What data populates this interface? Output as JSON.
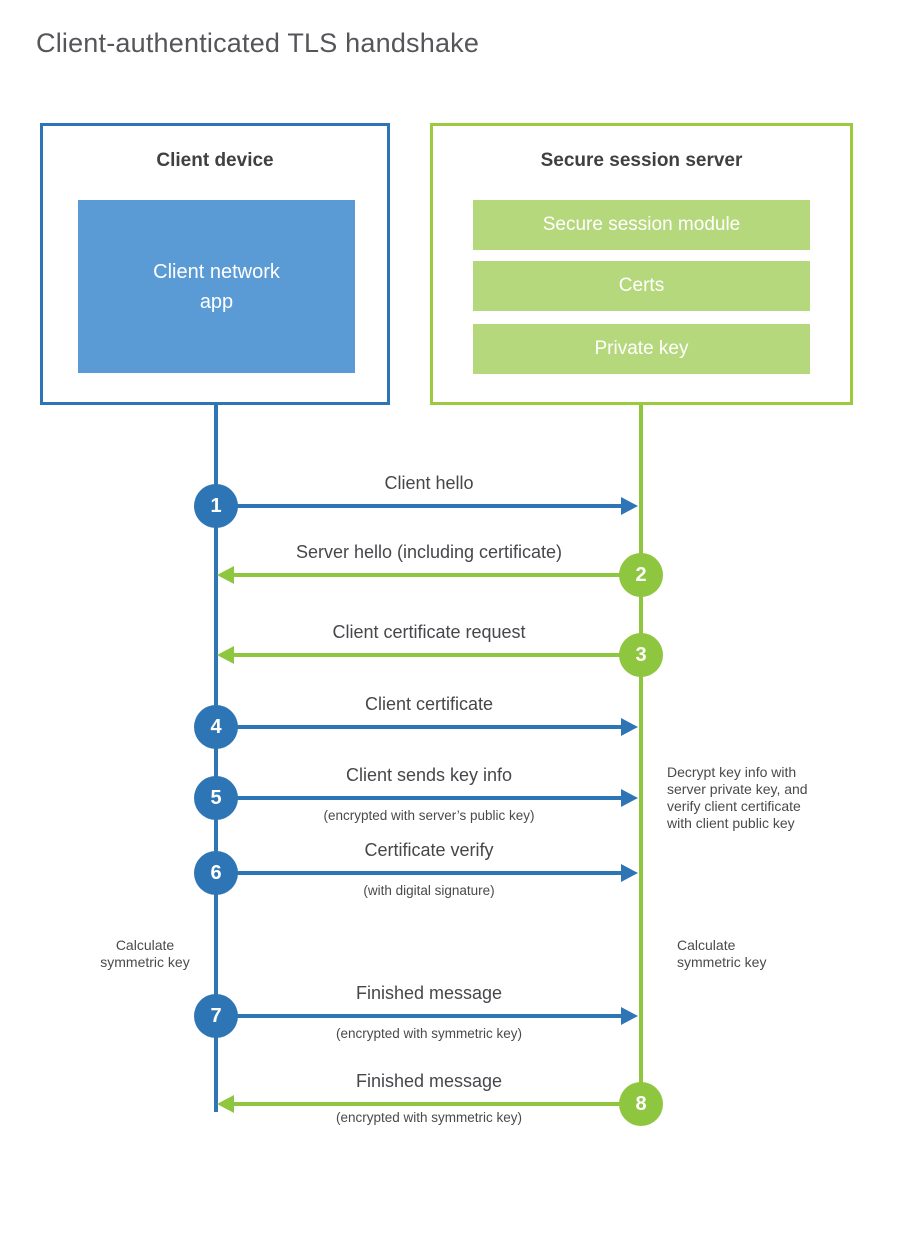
{
  "page": {
    "title": "Client-authenticated TLS handshake"
  },
  "client": {
    "title": "Client device",
    "app_label": "Client network app"
  },
  "server": {
    "title": "Secure session server",
    "modules": [
      "Secure session module",
      "Certs",
      "Private key"
    ]
  },
  "messages": [
    {
      "step": "1",
      "label": "Client hello",
      "direction": "client-to-server"
    },
    {
      "step": "2",
      "label": "Server hello (including certificate)",
      "direction": "server-to-client"
    },
    {
      "step": "3",
      "label": "Client certificate request",
      "direction": "server-to-client"
    },
    {
      "step": "4",
      "label": "Client certificate",
      "direction": "client-to-server"
    },
    {
      "step": "5",
      "label": "Client sends key info",
      "sublabel": "(encrypted with server’s public key)",
      "direction": "client-to-server"
    },
    {
      "step": "6",
      "label": "Certificate verify",
      "sublabel": "(with digital signature)",
      "direction": "client-to-server"
    },
    {
      "step": "7",
      "label": "Finished message",
      "sublabel": "(encrypted with symmetric key)",
      "direction": "client-to-server"
    },
    {
      "step": "8",
      "label": "Finished message",
      "sublabel": "(encrypted with symmetric key)",
      "direction": "server-to-client"
    }
  ],
  "notes": {
    "decrypt": "Decrypt key info with server private key, and verify client certificate with client public key",
    "calculate_left": "Calculate symmetric key",
    "calculate_right": "Calculate symmetric key"
  },
  "colors": {
    "blue": "#2e75b6",
    "light_blue": "#5b9bd5",
    "green": "#8fc63f",
    "light_green": "#b6d87d"
  }
}
